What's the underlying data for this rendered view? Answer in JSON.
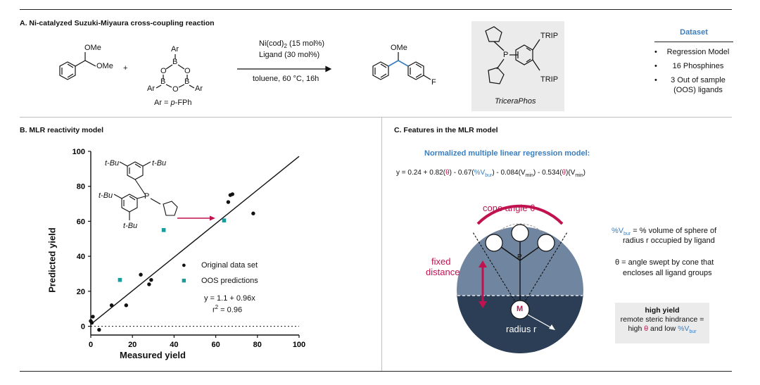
{
  "sectionA": {
    "title": "A. Ni-catalyzed Suzuki-Miyaura cross-coupling reaction",
    "substrate_labels": [
      "OMe",
      "OMe"
    ],
    "plus": "+",
    "boroxine_atoms": [
      "Ar",
      "B",
      "O",
      "O",
      "B",
      "B",
      "Ar",
      "O",
      "Ar"
    ],
    "ar_definition": "Ar = p-FPh",
    "ar_prefix": "Ar = ",
    "ar_italic": "p",
    "ar_suffix": "-FPh",
    "conditions_line1_base": "Ni(cod)",
    "conditions_line1_sub": "2",
    "conditions_line1_rest": " (15 mol%)",
    "conditions_line2": "Ligand (30 mol%)",
    "conditions_line3": "toluene, 60 °C, 16h",
    "product_labels": [
      "OMe",
      "F"
    ],
    "ligand": {
      "name": "TriceraPhos",
      "labels": [
        "TRIP",
        "TRIP",
        "P"
      ]
    },
    "dataset": {
      "title": "Dataset",
      "items": [
        "Regression Model",
        "16 Phosphines",
        "3 Out of sample (OOS) ligands"
      ]
    }
  },
  "sectionB": {
    "title": "B. MLR reactivity model"
  },
  "sectionC": {
    "title": "C. Features in the MLR model",
    "model_title": "Normalized multiple linear regression model:",
    "cone_label": "cone angle θ",
    "fixed_distance": [
      "fixed",
      "distance"
    ],
    "radius_label": "radius r",
    "metal_label": "M",
    "phosphorus_label": "P",
    "vbur_def_line1_rest": " = % volume of sphere of",
    "vbur_def_line2": "radius r occupied by ligand",
    "theta_def_line1": "θ = angle swept by cone that",
    "theta_def_line2": "encloses all ligand groups",
    "high_yield": {
      "title": "high yield",
      "line1": "remote steric hindrance =",
      "line2_a": "high ",
      "line2_theta": "θ",
      "line2_b": "  and low "
    }
  },
  "colors": {
    "blue": "#3a7ebf",
    "crimson": "#c0124f",
    "teal": "#1a9c9c",
    "sphere_dark": "#2c3e55",
    "sphere_light": "#70859f"
  },
  "chart_data": {
    "type": "scatter",
    "xlabel": "Measured  yield",
    "ylabel": "Predicted yield",
    "xlim": [
      0,
      100
    ],
    "ylim": [
      -5,
      100
    ],
    "xticks": [
      0,
      20,
      40,
      60,
      80,
      100
    ],
    "yticks": [
      0,
      20,
      40,
      60,
      80,
      100
    ],
    "series": [
      {
        "name": "Original data set",
        "color": "#111111",
        "x": [
          0,
          0.5,
          1,
          4,
          10,
          17,
          24,
          28,
          29,
          66,
          67,
          68,
          78
        ],
        "y": [
          3,
          2,
          5.5,
          -2,
          12,
          12,
          29.5,
          24,
          26.5,
          71,
          75,
          75.5,
          64.5
        ]
      },
      {
        "name": "OOS predictions",
        "color": "#1a9c9c",
        "x": [
          14,
          35,
          64
        ],
        "y": [
          26.5,
          55,
          60.5
        ]
      }
    ],
    "fit": {
      "intercept": 1.1,
      "slope": 0.96,
      "equation": "y = 1.1 + 0.96x",
      "r2_base": "r",
      "r2_sup": "2",
      "r2_rest": " = 0.96"
    },
    "structure_labels": [
      "t-Bu",
      "t-Bu",
      "t-Bu",
      "t-Bu",
      "P"
    ]
  }
}
